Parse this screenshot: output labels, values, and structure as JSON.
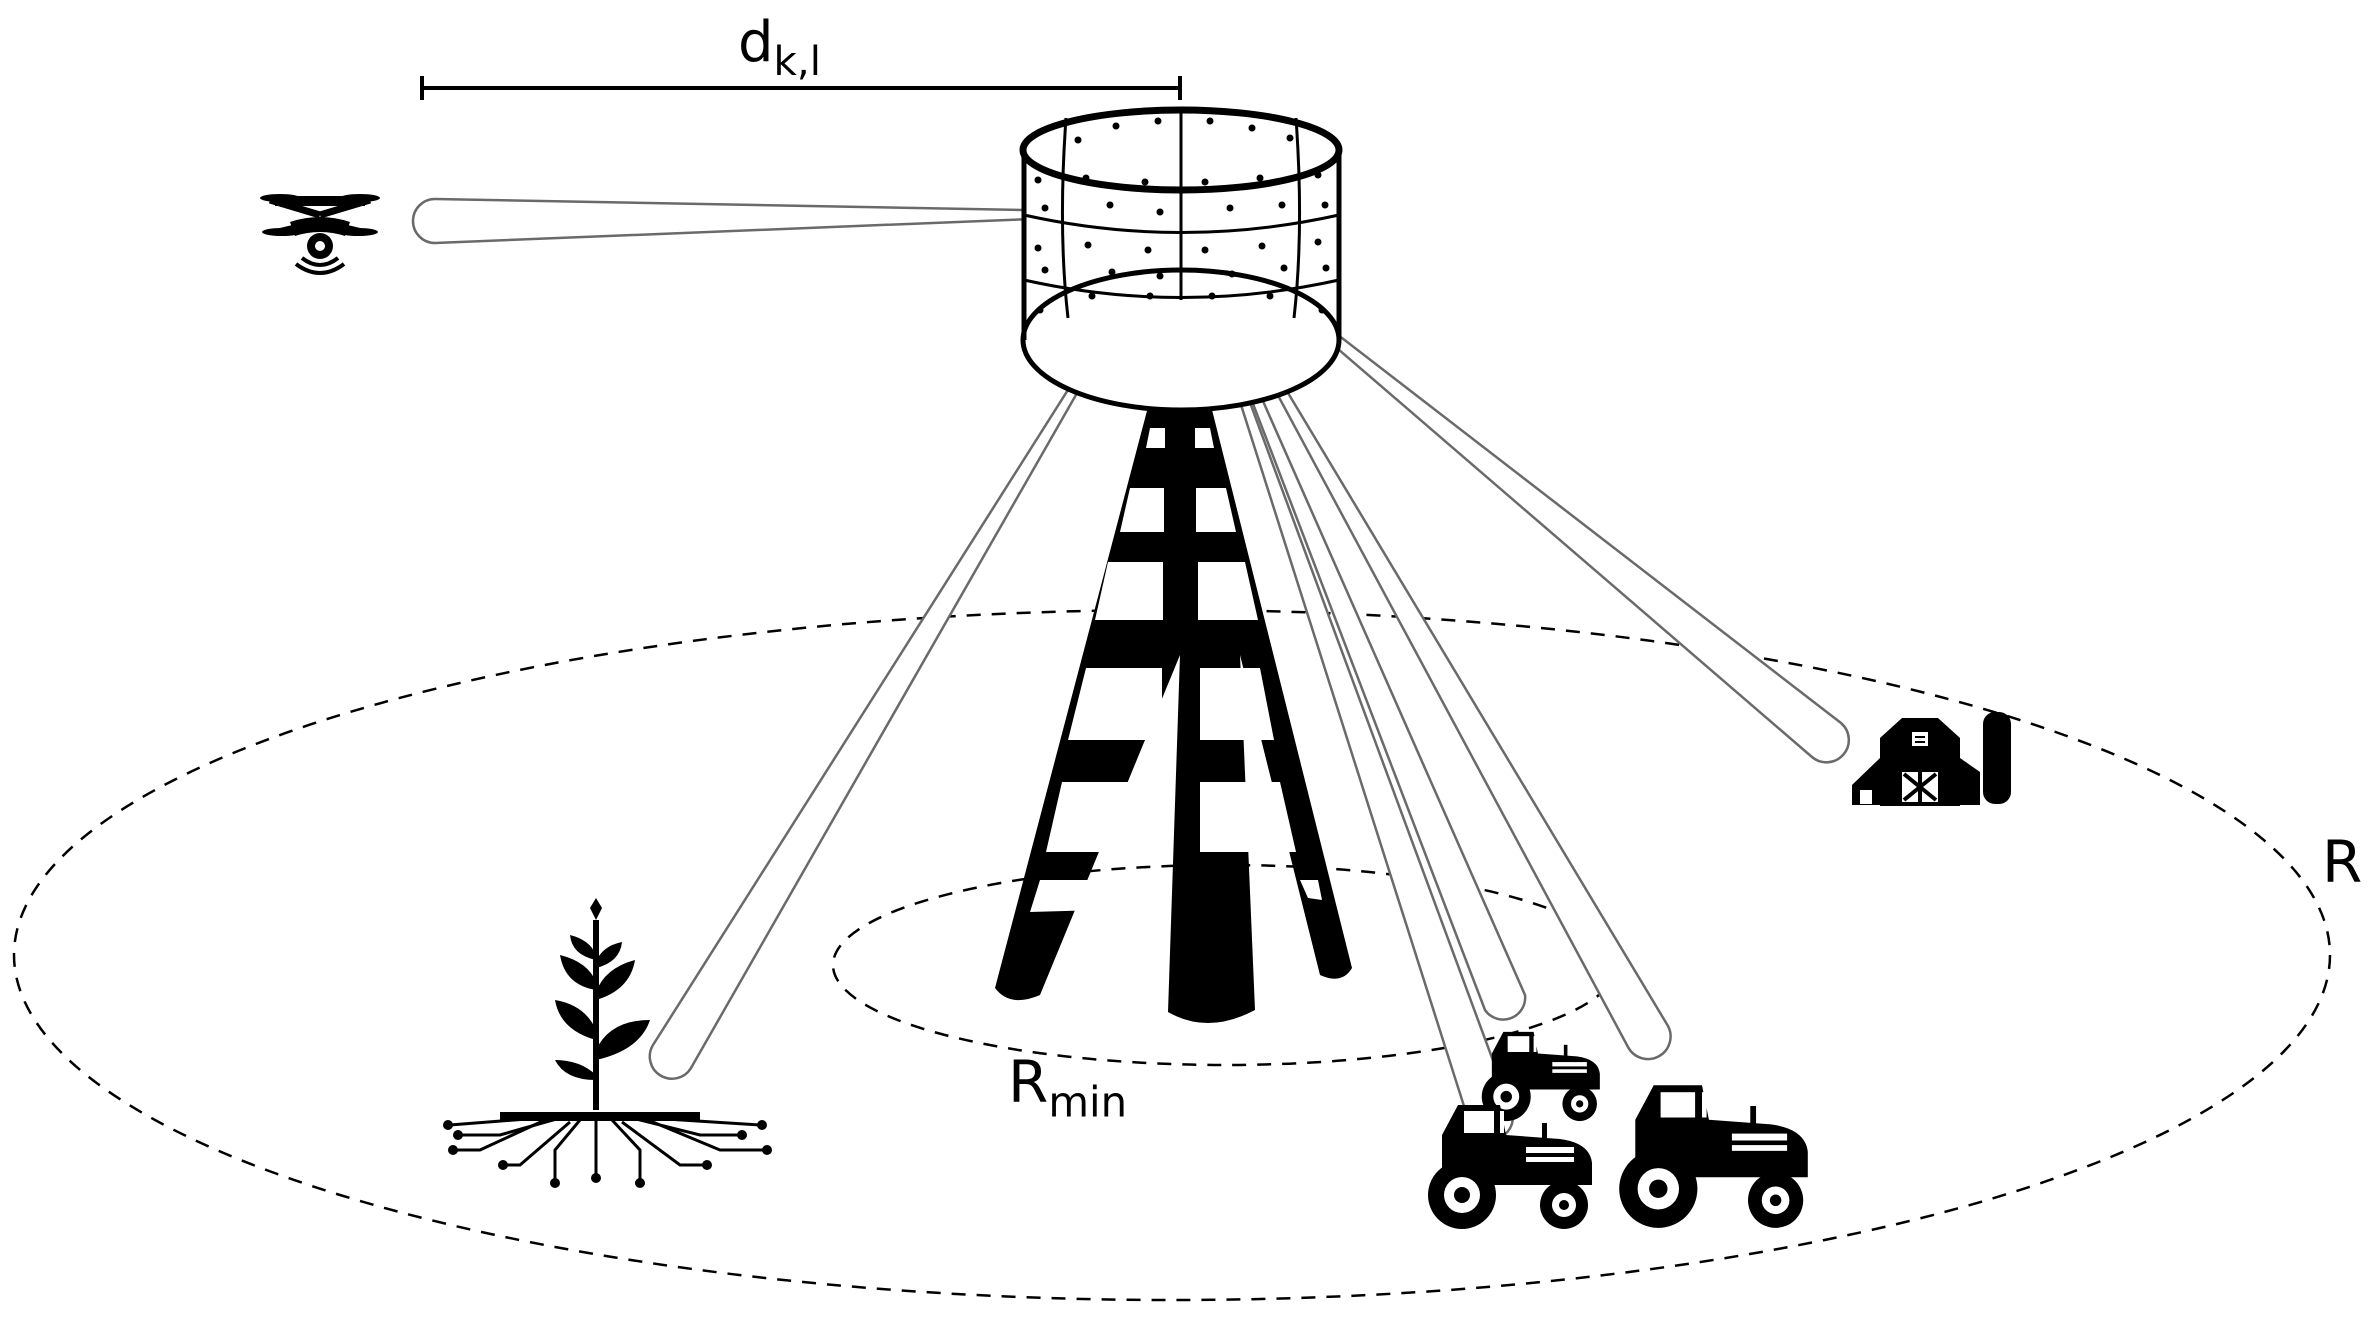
{
  "labels": {
    "distance_main": "d",
    "distance_sub": "k,l",
    "outer_radius": "R",
    "inner_radius_main": "R",
    "inner_radius_sub": "min"
  },
  "colors": {
    "ink": "#000000",
    "beam_fill": "#ffffff",
    "beam_stroke": "#6a6a6a",
    "background": "#ffffff"
  },
  "icons": [
    "drone-icon",
    "antenna-array-icon",
    "tower-icon",
    "plant-sensor-icon",
    "barn-icon",
    "tractor-icon"
  ]
}
